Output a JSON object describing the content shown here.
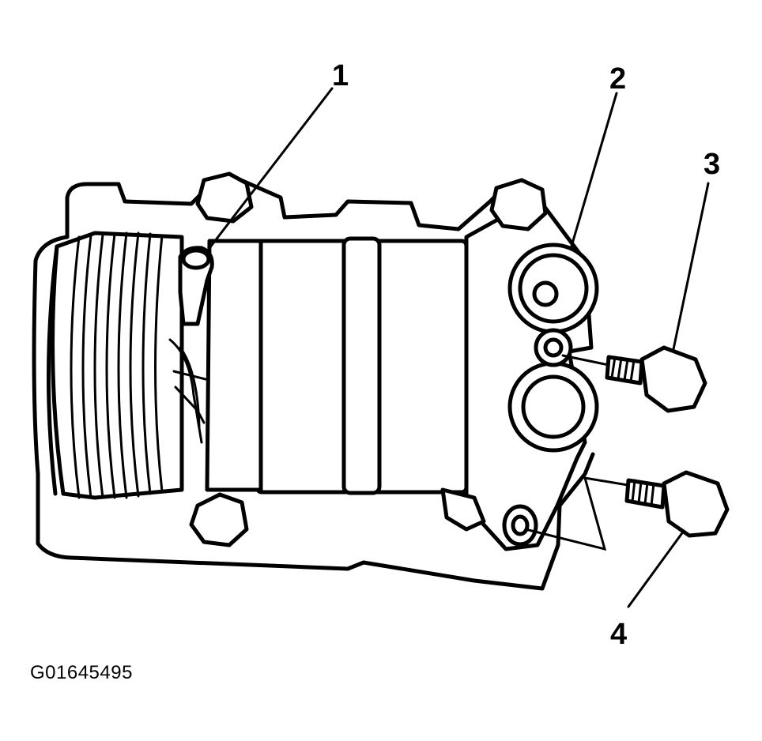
{
  "figure": {
    "callouts": [
      "1",
      "2",
      "3",
      "4"
    ],
    "figure_id": "G01645495"
  },
  "colors": {
    "line": "#000000",
    "background": "#ffffff"
  }
}
